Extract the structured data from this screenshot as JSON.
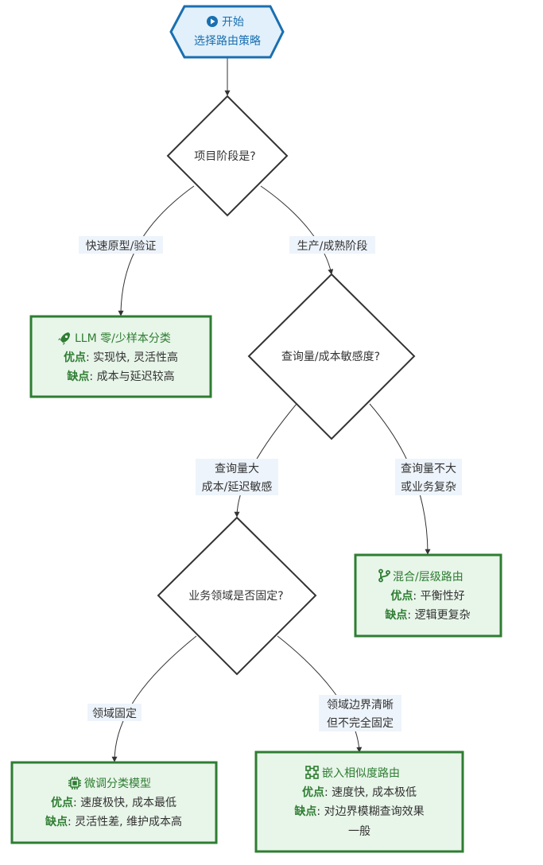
{
  "start": {
    "icon": "play-circle-icon",
    "line1": "开始",
    "line2": "选择路由策略"
  },
  "decisions": {
    "stage": "项目阶段是?",
    "volume": "查询量/成本敏感度?",
    "domain": "业务领域是否固定?"
  },
  "edge_labels": {
    "fast": "快速原型/验证",
    "prod": "生产/成熟阶段",
    "high_line1": "查询量大",
    "high_line2": "成本/延迟敏感",
    "low_line1": "查询量不大",
    "low_line2": "或业务复杂",
    "fixed": "领域固定",
    "clear_line1": "领域边界清晰",
    "clear_line2": "但不完全固定"
  },
  "results": {
    "llm": {
      "icon": "rocket-icon",
      "title": "LLM 零/少样本分类",
      "pros_label": "优点",
      "pros": ": 实现快, 灵活性高",
      "cons_label": "缺点",
      "cons": ": 成本与延迟较高"
    },
    "hybrid": {
      "icon": "branch-icon",
      "title": "混合/层级路由",
      "pros_label": "优点",
      "pros": ": 平衡性好",
      "cons_label": "缺点",
      "cons": ": 逻辑更复杂"
    },
    "finetune": {
      "icon": "chip-icon",
      "title": "微调分类模型",
      "pros_label": "优点",
      "pros": ": 速度极快, 成本最低",
      "cons_label": "缺点",
      "cons": ": 灵活性差, 维护成本高"
    },
    "embed": {
      "icon": "vector-square-icon",
      "title": "嵌入相似度路由",
      "pros_label": "优点",
      "pros": ": 速度快, 成本极低",
      "cons_label": "缺点",
      "cons_line1": ": 对边界模糊查询效果",
      "cons_line2": "一般"
    }
  },
  "colors": {
    "start_fill": "#e1f0fb",
    "start_stroke": "#1a6fb0",
    "result_fill": "#e8f5e9",
    "result_stroke": "#2e7d32",
    "line": "#333333"
  }
}
